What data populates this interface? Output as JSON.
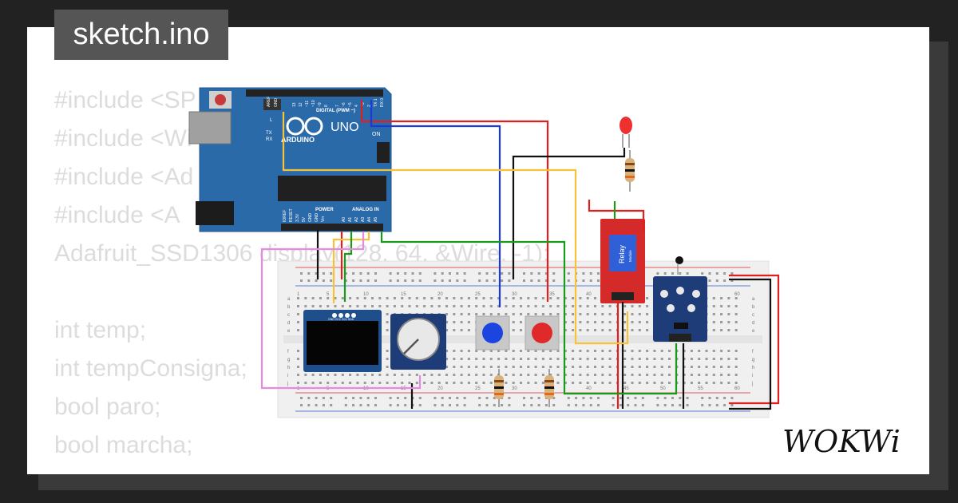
{
  "file_tab": {
    "label": "sketch.ino"
  },
  "code_lines": [
    "#include <SP",
    "#include <Wi",
    "#include <Ad",
    "#include <A",
    "Adafruit_SSD1306 display(128, 64, &Wire, -1);",
    "",
    "int temp;",
    "int tempConsigna;",
    "bool paro;",
    "bool marcha;"
  ],
  "arduino": {
    "brand": "ARDUINO",
    "model": "UNO",
    "digital_header": "DIGITAL (PWM ~)",
    "power_header": "POWER",
    "analog_header": "ANALOG IN",
    "on_label": "ON",
    "aref": "AREF",
    "gnd": "GND",
    "tx": "TX",
    "rx": "RX",
    "l": "L",
    "power_pins": [
      "IOREF",
      "RESET",
      "3.3V",
      "5V",
      "GND",
      "GND",
      "Vin"
    ],
    "analog_pins": [
      "A0",
      "A1",
      "A2",
      "A3",
      "A4",
      "A5"
    ],
    "digital_pins": [
      "13",
      "12",
      "~11",
      "~10",
      "~9",
      "8",
      "7",
      "~6",
      "~5",
      "4",
      "~3",
      "2",
      "TX 1",
      "RX 0"
    ]
  },
  "relay": {
    "label": "Relay",
    "sub": "Module"
  },
  "breadboard": {
    "col_numbers": [
      "1",
      "5",
      "10",
      "15",
      "20",
      "25",
      "30",
      "35",
      "40",
      "45",
      "50",
      "55",
      "60"
    ],
    "row_letters_top": [
      "a",
      "b",
      "c",
      "d",
      "e"
    ],
    "row_letters_bottom": [
      "f",
      "g",
      "h",
      "i",
      "j"
    ]
  },
  "oled_pins": "GND VCC SCL SDA",
  "logo": {
    "text": "WOKWi"
  },
  "colors": {
    "background": "#222222",
    "card": "#ffffff",
    "tab": "#555555",
    "arduino": "#2b6aa8",
    "relay": "#d42a2a",
    "sensor": "#1d3c78",
    "wire_red": "#e02020",
    "wire_black": "#111111",
    "wire_blue": "#1c39d8",
    "wire_yellow": "#f7c23a",
    "wire_green": "#1a9a1a",
    "wire_pink": "#e58ae0"
  }
}
